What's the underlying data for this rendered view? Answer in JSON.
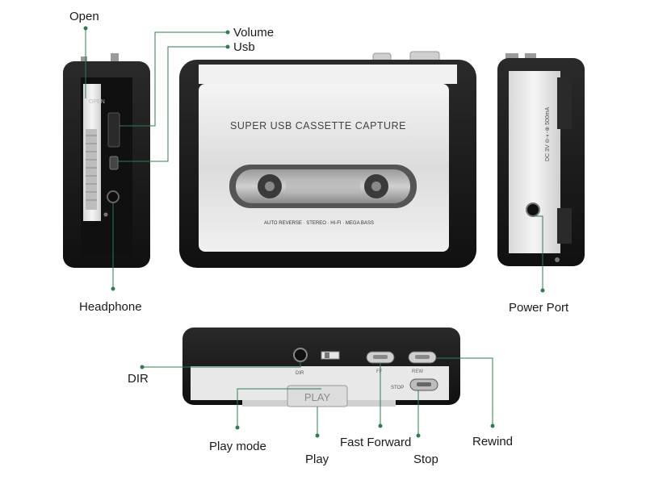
{
  "device": {
    "front_label": "SUPER USB CASSETTE CAPTURE",
    "front_features": "AUTO REVERSE · STEREO · HI-FI · MEGA BASS",
    "side_open_text": "OPEN",
    "power_side_text": "DC 3V ⊖-◐-⊕ 500mA",
    "button_play": "PLAY",
    "button_stop": "STOP",
    "button_ff": "FF",
    "button_rew": "REW",
    "dir_text": "DIR"
  },
  "callouts": {
    "open": "Open",
    "volume": "Volume",
    "usb": "Usb",
    "headphone": "Headphone",
    "power_port": "Power Port",
    "dir": "DIR",
    "play_mode": "Play mode",
    "play": "Play",
    "fast_forward": "Fast Forward",
    "stop": "Stop",
    "rewind": "Rewind"
  },
  "colors": {
    "leader": "#2e7d4f",
    "body_black": "#1b1b1b",
    "panel_silver": "#e6e6e6"
  }
}
